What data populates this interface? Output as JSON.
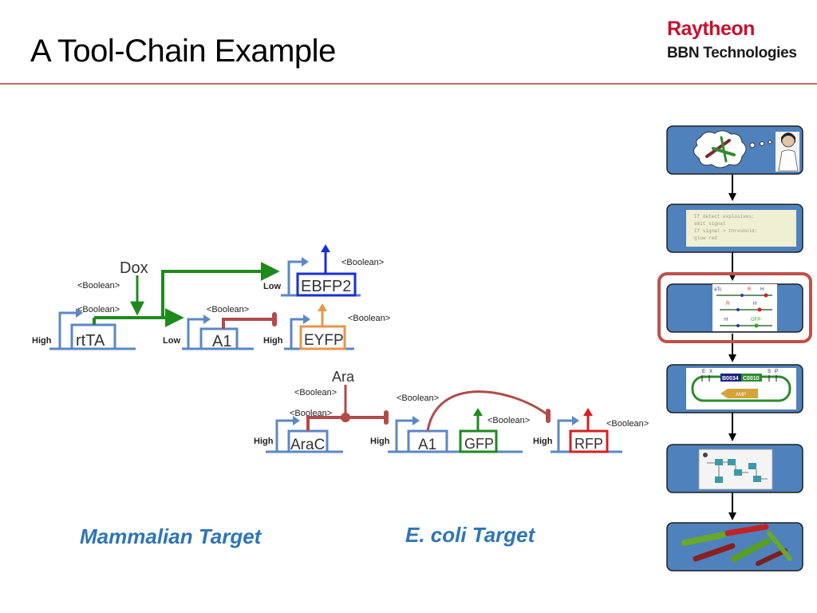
{
  "slide": {
    "title": "A Tool-Chain Example",
    "logo_line1": "Raytheon",
    "logo_line2": "BBN Technologies",
    "accent_color": "#c0504d",
    "caption_color": "#2e75b6"
  },
  "mammalian": {
    "dox": "Dox",
    "dox_type": "<Boolean>",
    "rtta_type": "<Boolean>",
    "a1_in_type": "<Boolean>",
    "ebfp2_type": "<Boolean>",
    "eyfp_type": "<Boolean>",
    "promoter_rtta": "High",
    "promoter_a1": "Low",
    "promoter_ebfp2": "Low",
    "promoter_eyfp": "High",
    "gene_rtta": "rtTA",
    "gene_a1": "A1",
    "gene_ebfp2": "EBFP2",
    "gene_eyfp": "EYFP",
    "caption": "Mammalian Target"
  },
  "ecoli": {
    "ara": "Ara",
    "ara_type": "<Boolean>",
    "arac_type": "<Boolean>",
    "a1_type": "<Boolean>",
    "gfp_type": "<Boolean>",
    "rfp_type": "<Boolean>",
    "promoter_arac": "High",
    "promoter_a1": "High",
    "promoter_rfp": "High",
    "gene_arac": "AraC",
    "gene_a1": "A1",
    "gene_gfp": "GFP",
    "gene_rfp": "RFP",
    "caption": "E. coli Target"
  },
  "pipeline": {
    "code_lines": [
      "If detect explosives:",
      "    emit signal",
      "If signal > threshold:",
      "    glow red"
    ],
    "grn_labels": [
      "aTc",
      "R",
      "H",
      "R",
      "H",
      "H",
      "GFP"
    ],
    "plasmid_labels": [
      "E",
      "X",
      "S",
      "P"
    ],
    "part1": "B0034",
    "part2": "C0010",
    "marker": "AMP"
  }
}
